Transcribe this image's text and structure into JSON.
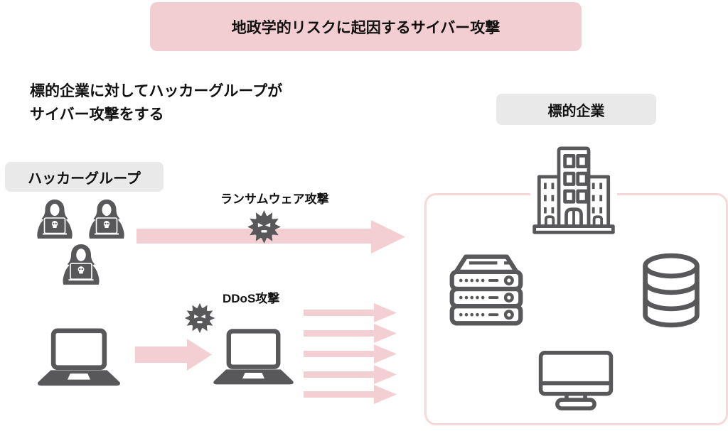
{
  "title": "地政学的リスクに起因するサイバー攻撃",
  "description": {
    "line1": "標的企業に対してハッカーグループが",
    "line2": "サイバー攻撃をする"
  },
  "labels": {
    "hacker_group": "ハッカーグループ",
    "target_company": "標的企業"
  },
  "attacks": {
    "ransomware": "ランサムウェア攻撃",
    "ddos": "DDoS攻撃"
  },
  "icons": {
    "hacker": "hooded-hacker-with-skull-laptop",
    "virus": "spiky-virus-malware-angry-face",
    "laptop": "laptop-silhouette",
    "building": "office-building-outline",
    "server": "server-rack-outline",
    "database": "database-cylinder-outline",
    "monitor": "desktop-monitor-outline",
    "arrow": "pink-right-arrow"
  },
  "colors": {
    "banner_pink": "#F2CED2",
    "arrow_pink": "#F3CFD3",
    "label_gray": "#E9E9E9",
    "icon_dark": "#58585B",
    "box_border_pink": "#F6D7DA",
    "text": "#111111"
  }
}
